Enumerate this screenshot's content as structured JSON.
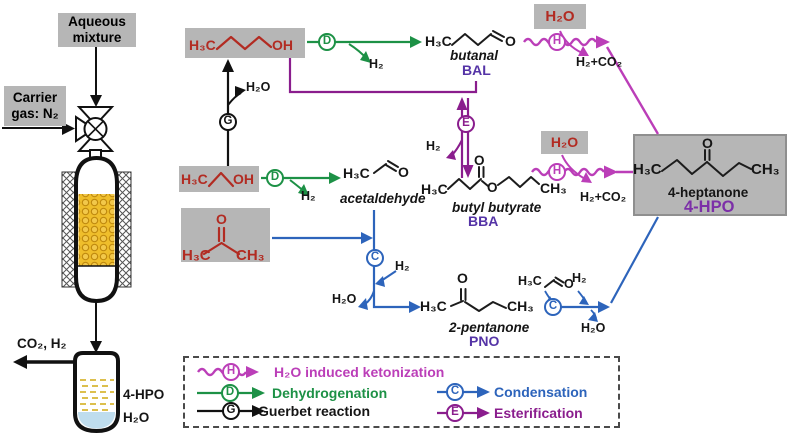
{
  "apparatus": {
    "feed": "Aqueous mixture",
    "carrier": "Carrier gas: N₂",
    "offgas": "CO₂, H₂",
    "flask_organic": "4-HPO",
    "flask_water": "H₂O"
  },
  "steps": {
    "H": "H",
    "D": "D",
    "G": "G",
    "C": "C",
    "E": "E"
  },
  "legend": {
    "ketonization": "H₂O induced ketonization",
    "dehydrogenation": "Dehydrogenation",
    "guerbet": "Guerbet reaction",
    "condensation": "Condensation",
    "esterification": "Esterification"
  },
  "molecules": {
    "butanol": {
      "h3c": "H₃C",
      "oh": "OH"
    },
    "ethanol": {
      "h3c": "H₃C",
      "oh": "OH"
    },
    "acetone": {
      "o": "O",
      "h3c": "H₃C",
      "ch3": "CH₃"
    },
    "butanal": {
      "h3c": "H₃C",
      "o": "O",
      "name": "butanal",
      "abbr": "BAL"
    },
    "acetaldehyde": {
      "h3c": "H₃C",
      "o": "O",
      "name": "acetaldehyde"
    },
    "acetaldehyde_small": {
      "h3c": "H₃C",
      "o": "O"
    },
    "butyl_butyrate": {
      "h3c": "H₃C",
      "o_carbonyl": "O",
      "o_ester": "O",
      "ch3": "CH₃",
      "name": "butyl butyrate",
      "abbr": "BBA"
    },
    "pentanone": {
      "o": "O",
      "h3c": "H₃C",
      "ch3": "CH₃",
      "name": "2-pentanone",
      "abbr": "PNO"
    },
    "heptanone": {
      "o": "O",
      "h3c": "H₃C",
      "ch3": "CH₃",
      "name": "4-heptanone",
      "abbr": "4-HPO"
    }
  },
  "byproducts": {
    "h2": "H₂",
    "h2o": "H₂O",
    "h2_co2": "H₂+CO₂"
  },
  "colors": {
    "gray_box": "#b6b6b6",
    "red": "#b22b22",
    "green": "#1d9146",
    "blue": "#2d64bb",
    "magenta": "#bb3eb8",
    "purple": "#8a1d8d",
    "indigo_abbr": "#5433a6",
    "hpo_purple": "#7c2fa8",
    "packing_yellow": "#efbe2b",
    "water_blue": "#bfddee"
  }
}
